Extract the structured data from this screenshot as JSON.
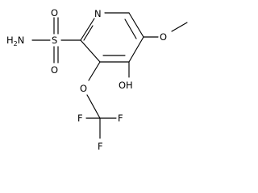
{
  "molecule": {
    "atoms": {
      "sulfonamide_n": "H2N",
      "sulfonyl_s": "S",
      "sulfonyl_o_top": "O",
      "sulfonyl_o_bottom": "O",
      "ring_n": "N",
      "methoxy_o": "O",
      "hydroxyl": "OH",
      "ether_o": "O",
      "fluorine_left": "F",
      "fluorine_bottom": "F",
      "fluorine_right": "F"
    }
  },
  "colors": {
    "bond": "#000000",
    "text": "#000000",
    "background": "#ffffff"
  }
}
